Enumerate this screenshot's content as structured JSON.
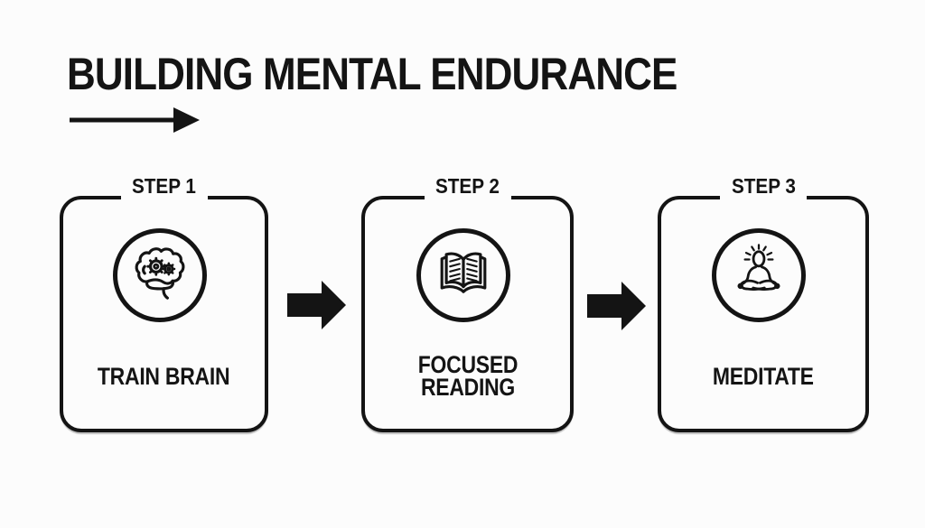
{
  "title": "BUILDING MENTAL ENDURANCE",
  "colors": {
    "ink": "#141414",
    "background": "#fcfcfc"
  },
  "steps": [
    {
      "label": "STEP 1",
      "name": "TRAIN BRAIN",
      "icon": "brain-gears-icon"
    },
    {
      "label": "STEP 2",
      "name": "FOCUSED READING",
      "icon": "open-book-icon"
    },
    {
      "label": "STEP 3",
      "name": "MEDITATE",
      "icon": "meditation-lotus-icon"
    }
  ]
}
